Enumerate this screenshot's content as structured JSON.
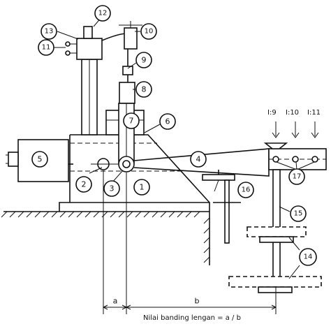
{
  "callouts": [
    "1",
    "2",
    "3",
    "4",
    "5",
    "6",
    "7",
    "8",
    "9",
    "10",
    "11",
    "12",
    "13",
    "14",
    "15",
    "16",
    "17"
  ],
  "load_points": [
    "I:9",
    "I:10",
    "I:11"
  ],
  "dimensions": {
    "a": "a",
    "b": "b"
  },
  "caption": "Nilai banding lengan = a / b"
}
